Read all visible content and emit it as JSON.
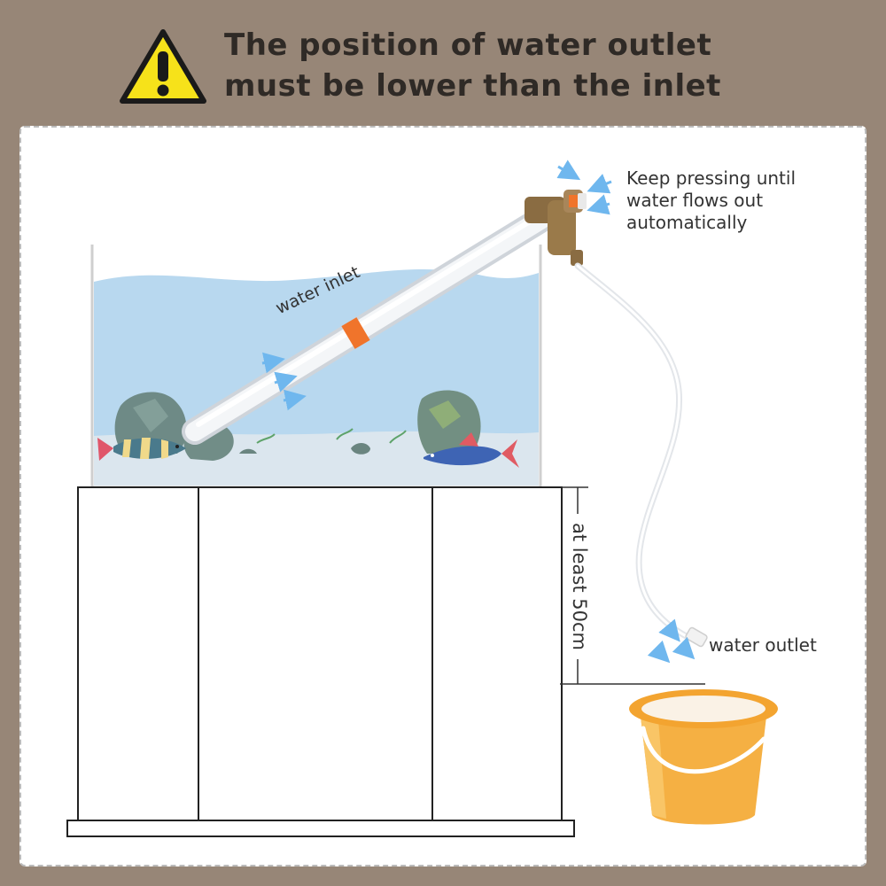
{
  "header": {
    "line1": "The position of water outlet",
    "line2": "must be lower than the inlet"
  },
  "labels": {
    "water_inlet": "water inlet",
    "water_outlet": "water outlet",
    "note_line1": "Keep pressing until",
    "note_line2": "water flows out",
    "note_line3": "automatically",
    "height": "at least 50cm"
  },
  "icons": {
    "warning": "warning-triangle-icon"
  },
  "colors": {
    "background": "#978677",
    "panel": "#ffffff",
    "heading_text": "#2f2a26",
    "warning_yellow": "#f6e21a",
    "water": "#b8d8ef",
    "bucket": "#f5b043",
    "orange_ring": "#f0742b",
    "arrow": "#6fb7ee"
  }
}
